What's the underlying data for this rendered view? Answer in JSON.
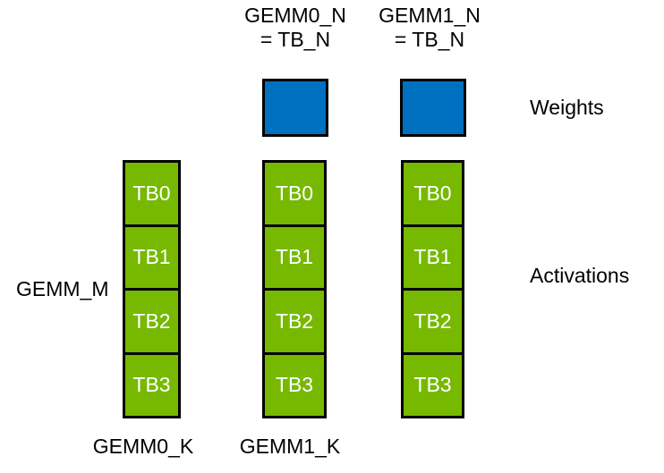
{
  "diagram": {
    "colors": {
      "weights_fill": "#0070C0",
      "activations_fill": "#76B900",
      "border": "#000000",
      "tb_label_text": "#FFFFFF",
      "label_text": "#000000",
      "background": "#FFFFFF"
    },
    "top_labels": [
      {
        "line1": "GEMM0_N",
        "line2": "= TB_N"
      },
      {
        "line1": "GEMM1_N",
        "line2": "= TB_N"
      }
    ],
    "side_labels": {
      "weights": "Weights",
      "activations": "Activations",
      "gemm_m": "GEMM_M"
    },
    "bottom_labels": [
      "GEMM0_K",
      "GEMM1_K"
    ],
    "tb_columns": [
      {
        "blocks": [
          "TB0",
          "TB1",
          "TB2",
          "TB3"
        ]
      },
      {
        "blocks": [
          "TB0",
          "TB1",
          "TB2",
          "TB3"
        ]
      },
      {
        "blocks": [
          "TB0",
          "TB1",
          "TB2",
          "TB3"
        ]
      }
    ]
  }
}
